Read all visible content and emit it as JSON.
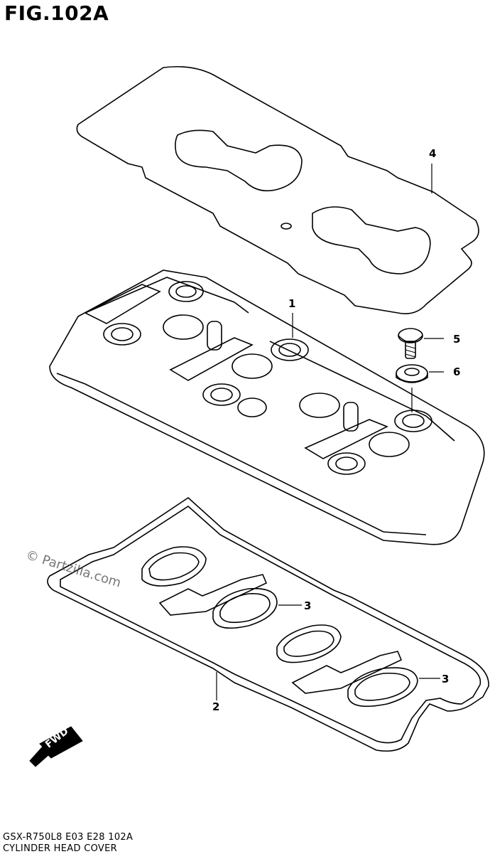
{
  "figure": {
    "title": "FIG.102A"
  },
  "callouts": [
    {
      "id": "1"
    },
    {
      "id": "2"
    },
    {
      "id": "3"
    },
    {
      "id": "3"
    },
    {
      "id": "4"
    },
    {
      "id": "5"
    },
    {
      "id": "6"
    }
  ],
  "watermark": "© Partzilla.com",
  "fwd_label": "FWD",
  "footer": {
    "code": "GSX-R750L8  E03  E28  102A",
    "caption": "CYLINDER HEAD COVER"
  }
}
